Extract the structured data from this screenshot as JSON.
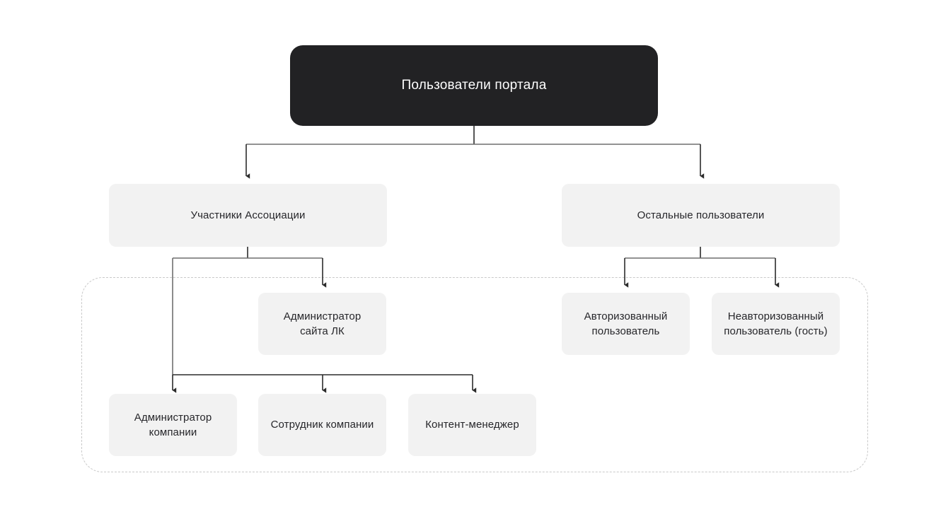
{
  "diagram": {
    "type": "org-chart",
    "title": "Пользователи портала",
    "background_color": "#ffffff",
    "node_fill": "#f2f2f2",
    "root_fill": "#222224",
    "text_color": "#26262a",
    "root_text_color": "#ffffff",
    "connector_color": "#6f6f6f",
    "connector_dark_color": "#2b2b2b",
    "group_border_color": "#c9c9c9"
  },
  "nodes": {
    "root": {
      "label": "Пользователи портала",
      "level": 0
    },
    "members": {
      "label": "Участники Ассоциации",
      "level": 1
    },
    "others": {
      "label": "Остальные пользователи",
      "level": 1
    },
    "site_admin": {
      "label": "Администратор\nсайта ЛК",
      "level": 2
    },
    "authorized_user": {
      "label": "Авторизованный\nпользователь",
      "level": 2
    },
    "guest_user": {
      "label": "Неавторизованный\nпользователь (гость)",
      "level": 2
    },
    "company_admin": {
      "label": "Администратор\nкомпании",
      "level": 3
    },
    "company_employee": {
      "label": "Сотрудник компании",
      "level": 3
    },
    "content_manager": {
      "label": "Контент-менеджер",
      "level": 3
    }
  },
  "edges": [
    {
      "from": "root",
      "to": "members"
    },
    {
      "from": "root",
      "to": "others"
    },
    {
      "from": "members",
      "to": "site_admin"
    },
    {
      "from": "members",
      "to": "company_admin"
    },
    {
      "from": "members",
      "to": "company_employee"
    },
    {
      "from": "members",
      "to": "content_manager"
    },
    {
      "from": "others",
      "to": "authorized_user"
    },
    {
      "from": "others",
      "to": "guest_user"
    }
  ],
  "group": {
    "name": "roles-group",
    "style": "dashed-rounded-frame"
  }
}
